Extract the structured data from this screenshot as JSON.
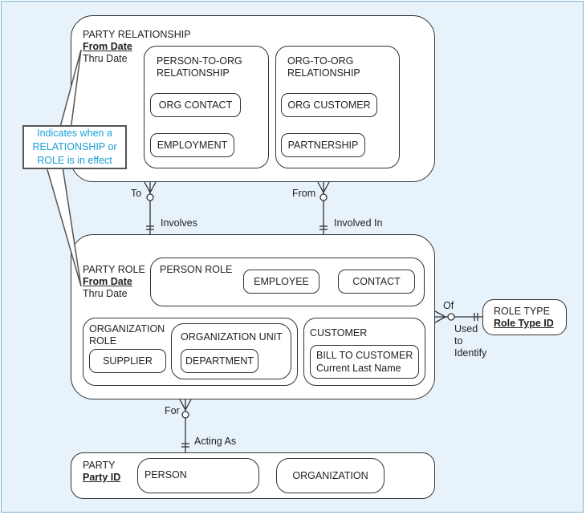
{
  "party_relationship": {
    "title": "PARTY RELATIONSHIP",
    "key": "From Date",
    "attr": "Thru Date",
    "person_to_org": {
      "title_line1": "PERSON-TO-ORG",
      "title_line2": "RELATIONSHIP",
      "items": [
        "ORG CONTACT",
        "EMPLOYMENT"
      ]
    },
    "org_to_org": {
      "title_line1": "ORG-TO-ORG",
      "title_line2": "RELATIONSHIP",
      "items": [
        "ORG CUSTOMER",
        "PARTNERSHIP"
      ]
    }
  },
  "callout": {
    "line1": "Indicates when a",
    "line2": "RELATIONSHIP or",
    "line3": "ROLE is in effect",
    "color": "#1aa0d8"
  },
  "relations": {
    "to": "To",
    "involves": "Involves",
    "from": "From",
    "involved_in": "Involved In",
    "of": "Of",
    "used_line1": "Used",
    "used_line2": "to",
    "used_line3": "Identify",
    "for": "For",
    "acting_as": "Acting As"
  },
  "party_role": {
    "title": "PARTY ROLE",
    "key": "From Date",
    "attr": "Thru Date",
    "person_role": {
      "title": "PERSON ROLE",
      "items": [
        "EMPLOYEE",
        "CONTACT"
      ]
    },
    "organization_role": {
      "title_line1": "ORGANIZATION",
      "title_line2": "ROLE",
      "supplier": "SUPPLIER",
      "org_unit": {
        "title": "ORGANIZATION UNIT",
        "item": "DEPARTMENT"
      }
    },
    "customer": {
      "title": "CUSTOMER",
      "bill_to_line1": "BILL TO CUSTOMER",
      "bill_to_line2": "Current Last Name"
    }
  },
  "role_type": {
    "title": "ROLE TYPE",
    "key": "Role Type ID"
  },
  "party": {
    "title": "PARTY",
    "key": "Party ID",
    "items": [
      "PERSON",
      "ORGANIZATION"
    ]
  },
  "colors": {
    "background": "#e7f2fa",
    "border": "#7fb3d5",
    "callout_text": "#1aa0d8"
  }
}
